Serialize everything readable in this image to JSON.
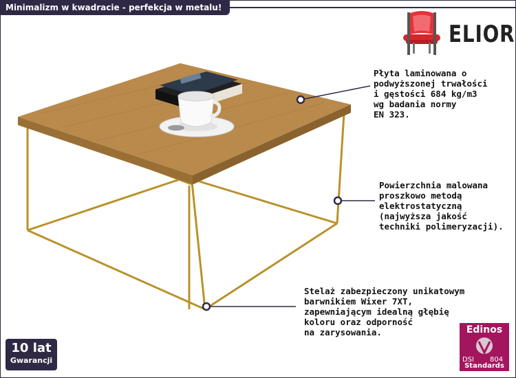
{
  "header": {
    "title": "Minimalizm w kwadracie - perfekcja w metalu!"
  },
  "brand": {
    "name": "ELIOR",
    "logo_icon": "red-chair-icon"
  },
  "callouts": [
    {
      "text": "Płyta laminowana o\npodwyższonej trwałości\ni gęstości 684 kg/m3\nwg badania normy\nEN 323."
    },
    {
      "text": "Powierzchnia malowana\nproszkowo metodą\nelektrostatyczną\n(najwyższa jakość\ntechniki polimeryzacji)."
    },
    {
      "text": "Stelaż zabezpieczony unikatowym\nbarwnikiem Wixer 7XT,\nzapewniającym idealną głębię\nkoloru oraz odporność\nna zarysowania."
    }
  ],
  "warranty": {
    "years": "10 lat",
    "label": "Gwarancji"
  },
  "certificate": {
    "brand": "Edinos",
    "prefix": "DSI",
    "number": "804",
    "label": "Standards"
  },
  "colors": {
    "accent": "#2f2945",
    "frame": "#b8922a",
    "wood": "#b98a4c",
    "cert": "#a3165e",
    "chair": "#e2333b"
  }
}
